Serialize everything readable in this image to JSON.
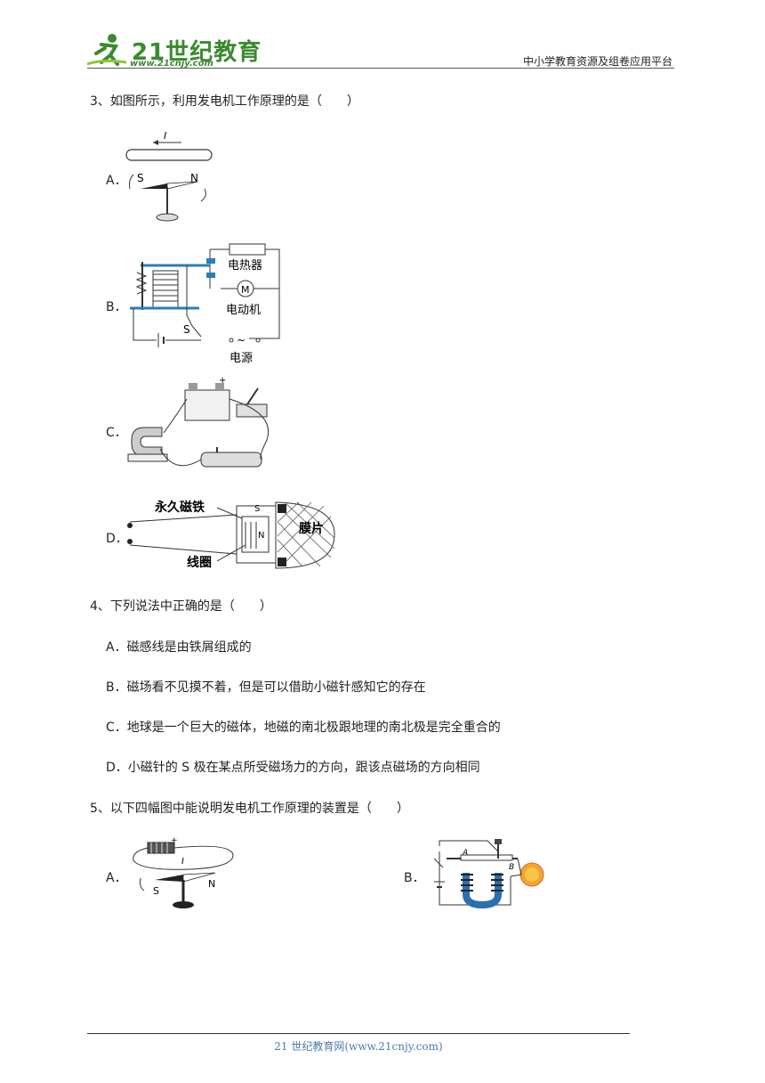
{
  "header": {
    "logo_text": "21世纪教育",
    "logo_url": "www.21cnjy.com",
    "right_text": "中小学教育资源及组卷应用平台"
  },
  "q3": {
    "stem": "3、如图所示，利用发电机工作原理的是（　　）",
    "options": [
      "A．",
      "B．",
      "C．",
      "D．"
    ],
    "figA": {
      "current": "I",
      "s": "S",
      "n": "N"
    },
    "figB": {
      "heater": "电热器",
      "motor": "电动机",
      "motor_symbol": "M",
      "switch": "S",
      "source": "电源"
    },
    "figD": {
      "magnet": "永久磁铁",
      "membrane": "膜片",
      "coil": "线圈",
      "s": "S",
      "n": "N"
    }
  },
  "q4": {
    "stem": "4、下列说法中正确的是（　　）",
    "options": [
      "A．磁感线是由铁屑组成的",
      "B．磁场看不见摸不着，但是可以借助小磁针感知它的存在",
      "C．地球是一个巨大的磁体，地磁的南北极跟地理的南北极是完全重合的",
      "D．小磁针的 S 极在某点所受磁场力的方向，跟该点磁场的方向相同"
    ]
  },
  "q5": {
    "stem": "5、以下四幅图中能说明发电机工作原理的装置是（　　）",
    "options": [
      "A．",
      "B．"
    ],
    "figA": {
      "current": "I",
      "s": "S",
      "n": "N"
    },
    "figB": {
      "a": "A",
      "b": "B"
    }
  },
  "footer": {
    "text": "21 世纪教育网(www.21cnjy.com)"
  }
}
